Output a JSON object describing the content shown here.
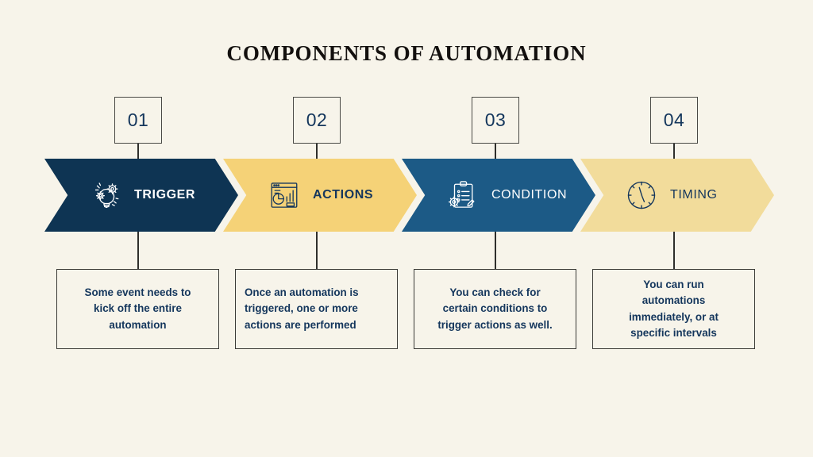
{
  "title": "COMPONENTS OF AUTOMATION",
  "colors": {
    "background": "#f7f4ea",
    "navy_dark": "#0e3453",
    "gold": "#f5d277",
    "steel_blue": "#1c5a86",
    "pale_gold": "#f2dc9b",
    "text_navy": "#14365c",
    "title_black": "#13100e",
    "border": "#3a3a36"
  },
  "steps": [
    {
      "number": "01",
      "label": "TRIGGER",
      "icon": "lightbulb-gears-icon",
      "description": "Some event needs to\nkick off the entire\nautomation"
    },
    {
      "number": "02",
      "label": "ACTIONS",
      "icon": "dashboard-chart-icon",
      "description": "Once an automation is\ntriggered, one or more\nactions are performed"
    },
    {
      "number": "03",
      "label": "CONDITION",
      "icon": "clipboard-gear-icon",
      "description": "You can check for\ncertain conditions to\ntrigger actions as well."
    },
    {
      "number": "04",
      "label": "TIMING",
      "icon": "clock-icon",
      "description": "You can run\nautomations\nimmediately, or at\nspecific intervals"
    }
  ]
}
